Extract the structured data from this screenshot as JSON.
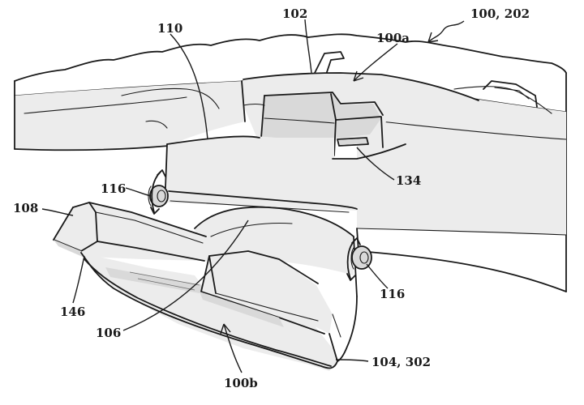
{
  "refs": {
    "r_100_202": "100, 202",
    "r_102": "102",
    "r_100a": "100a",
    "r_110": "110",
    "r_134": "134",
    "r_116_left": "116",
    "r_116_right": "116",
    "r_108": "108",
    "r_146": "146",
    "r_106": "106",
    "r_100b": "100b",
    "r_104_302": "104, 302"
  }
}
